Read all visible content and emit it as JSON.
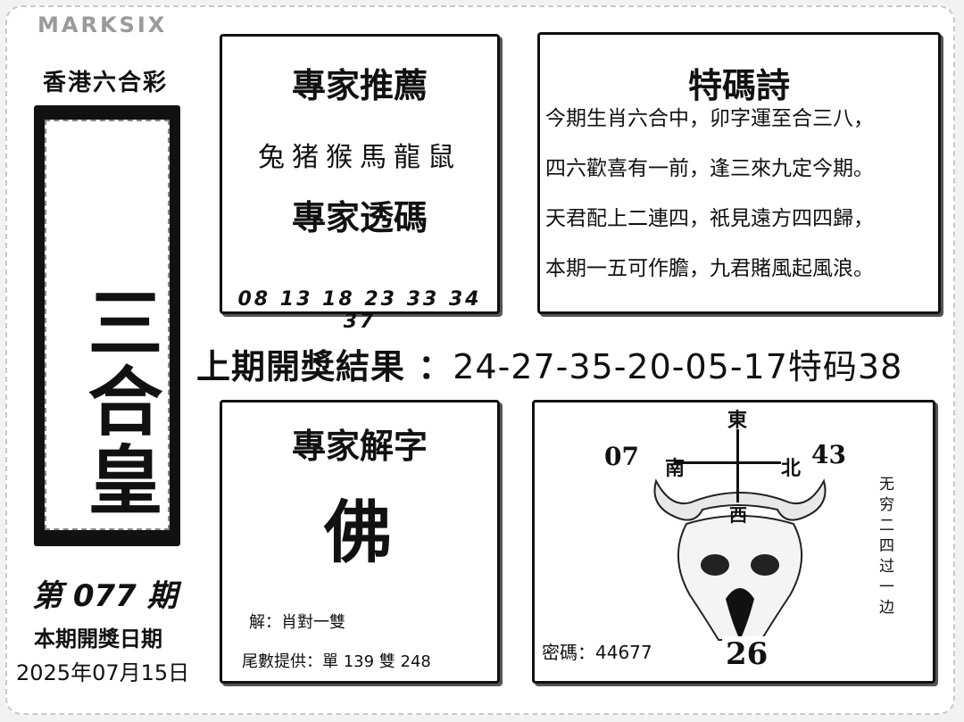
{
  "branding": {
    "watermark": "MARKSIX",
    "subtitle": "香港六合彩"
  },
  "side": {
    "title": "三合皇",
    "issue": "第 077 期",
    "draw_date_label": "本期開獎日期",
    "draw_date": "2025年07月15日"
  },
  "recommend": {
    "heading": "專家推薦",
    "zodiacs": "兔猪猴馬龍鼠",
    "subheading": "專家透碼",
    "numbers": "08 13 18 23 33 34 37"
  },
  "poem": {
    "heading": "特碼詩",
    "lines": [
      "今期生肖六合中，卯字運至合三八，",
      "四六歡喜有一前，逢三來九定今期。",
      "天君配上二連四，祇見遠方四四歸，",
      "本期一五可作膽，九君賭風起風浪。"
    ]
  },
  "last_result": {
    "label": "上期開獎結果 ：",
    "value": "24-27-35-20-05-17特码38"
  },
  "explain": {
    "heading": "專家解字",
    "character": "佛",
    "explanation": "解：肖對一雙",
    "tail": "尾數提供：單 139 雙 248"
  },
  "compass": {
    "east": "東",
    "south": "南",
    "west": "西",
    "north": "北",
    "left_num": "07",
    "right_num": "43",
    "side_text": "无穷二四过一边",
    "secret_label": "密碼：44677",
    "center_num": "26"
  }
}
